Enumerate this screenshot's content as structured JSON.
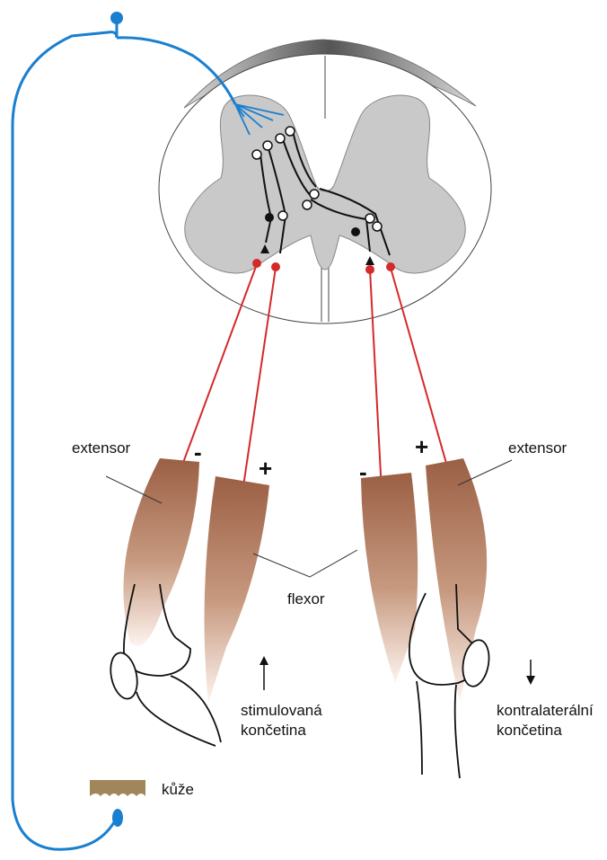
{
  "labels": {
    "extensor_left": "extensor",
    "extensor_right": "extensor",
    "flexor": "flexor",
    "sign_minus_left": "-",
    "sign_plus_left": "+",
    "sign_minus_right": "-",
    "sign_plus_right": "+",
    "stimulated_line1": "stimulovaná",
    "stimulated_line2": "končetina",
    "contralateral_line1": "kontralaterální",
    "contralateral_line2": "končetina",
    "skin": "kůže"
  },
  "colors": {
    "afferent": "#1a7fcf",
    "motor": "#d42a2a",
    "gray_matter": "#c9c9c9",
    "muscle": "#a0664a",
    "skin": "#a0865a"
  }
}
